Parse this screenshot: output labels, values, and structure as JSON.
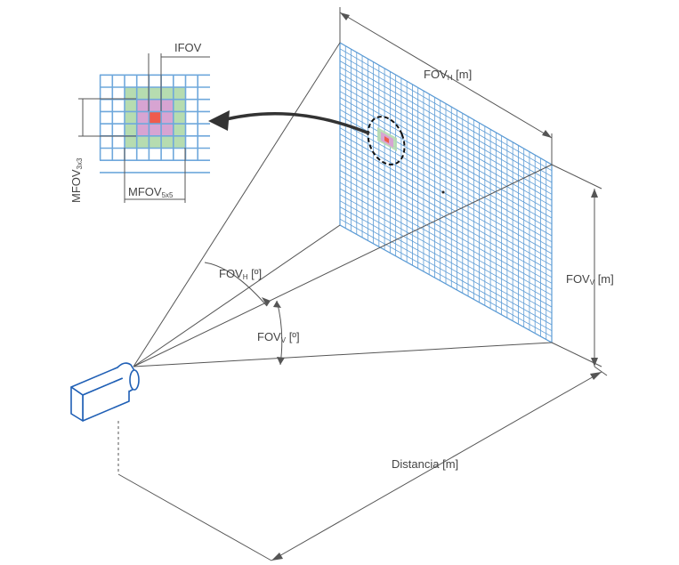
{
  "labels": {
    "ifov": "IFOV",
    "fov_h_m_main": "FOV",
    "fov_h_m_sub": "H",
    "fov_h_m_unit": " [m]",
    "fov_v_m_main": "FOV",
    "fov_v_m_sub": "V",
    "fov_v_m_unit": " [m]",
    "fov_h_deg_main": "FOV",
    "fov_h_deg_sub": "H",
    "fov_h_deg_unit": " [º]",
    "fov_v_deg_main": "FOV",
    "fov_v_deg_sub": "V",
    "fov_v_deg_unit": " [º]",
    "mfov_5x5_main": "MFOV",
    "mfov_5x5_sub": "5x5",
    "mfov_3x3_main": "MFOV",
    "mfov_3x3_sub": "3x3",
    "distancia": "Distancia [m]"
  },
  "colors": {
    "grid_line": "#5b9bd5",
    "frame_line": "#444444",
    "inset_green": "#b6dcb0",
    "inset_pink": "#d7a4d2",
    "inset_red": "#ef5b4c",
    "camera_stroke": "#1f5fb5",
    "arrow": "#333333"
  }
}
